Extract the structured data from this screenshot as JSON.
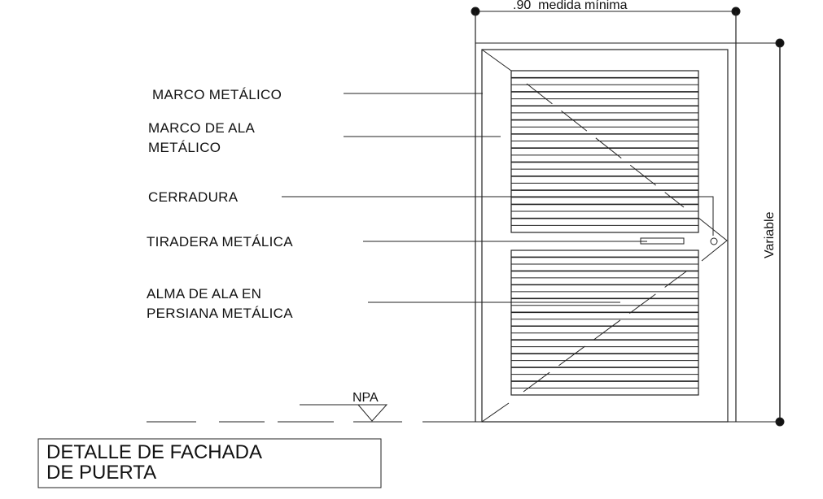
{
  "dimensions": {
    "width_label": ".90  medida mínima",
    "height_label": "Variable"
  },
  "labels": {
    "marco_metalico": "MARCO METÁLICO",
    "marco_ala_1": "MARCO DE ALA",
    "marco_ala_2": "METÁLICO",
    "cerradura": "CERRADURA",
    "tiradera": "TIRADERA METÁLICA",
    "alma_1": "ALMA DE ALA EN",
    "alma_2": "PERSIANA METÁLICA"
  },
  "level": {
    "label": "NPA"
  },
  "title": {
    "line1": "DETALLE DE FACHADA",
    "line2": "DE PUERTA"
  },
  "panels": {
    "upper_slats": 22,
    "lower_slats": 20
  }
}
